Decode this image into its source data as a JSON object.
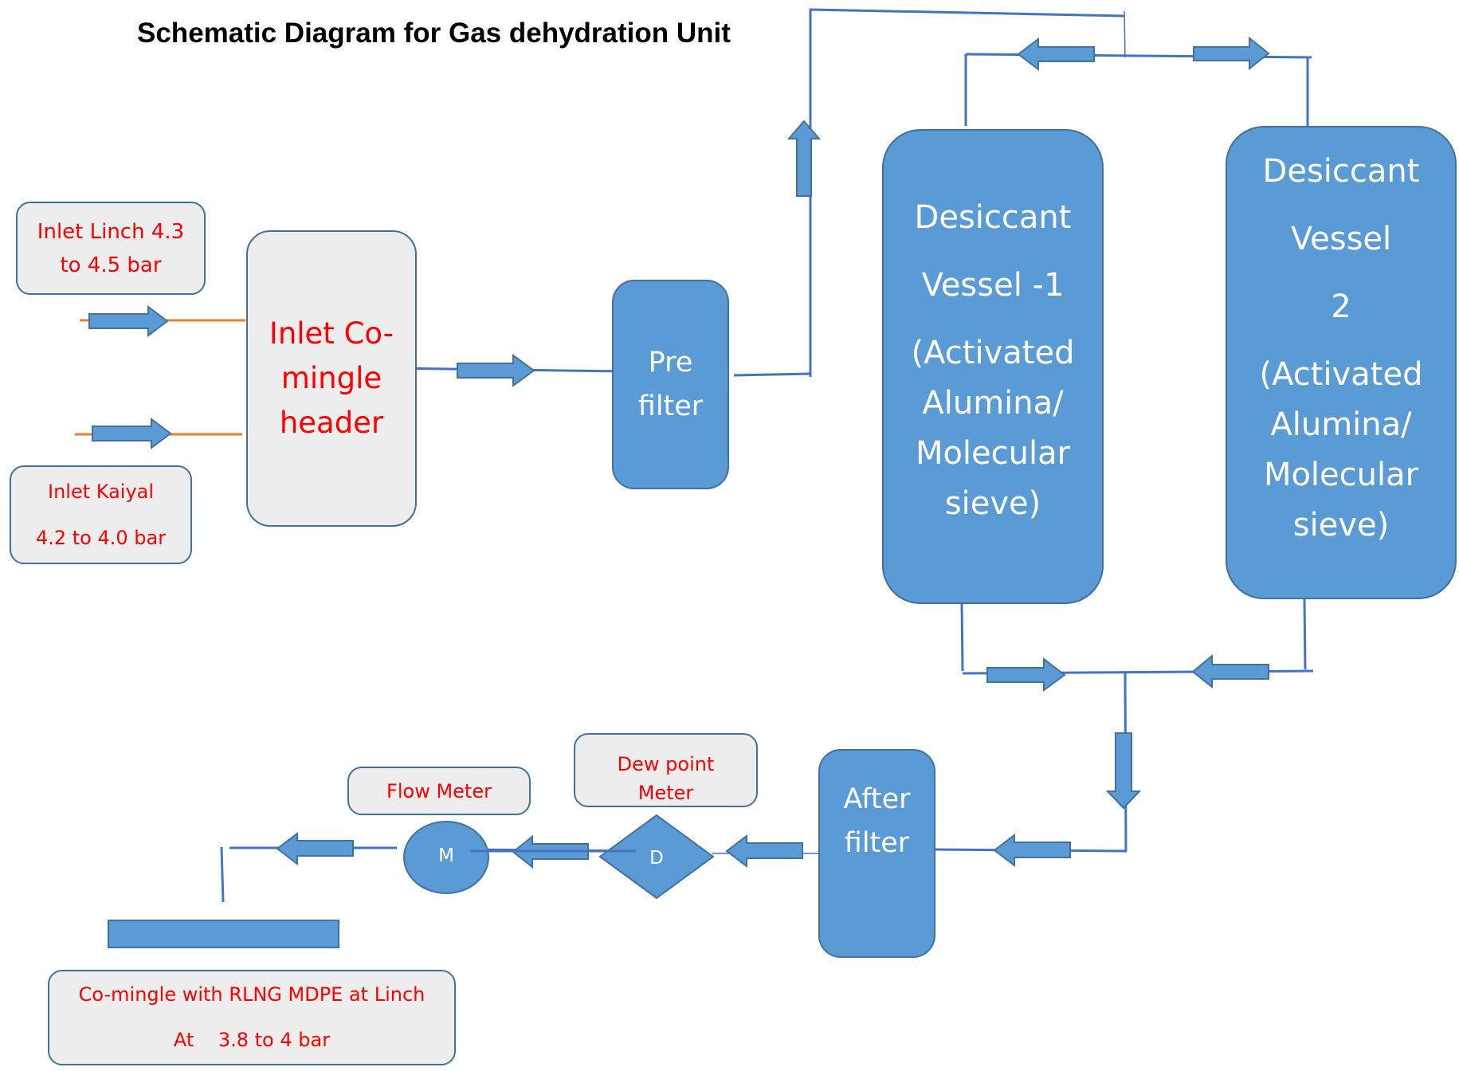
{
  "title": "Schematic Diagram for Gas dehydration Unit",
  "colors": {
    "shape_fill": "#5b9bd5",
    "shape_stroke": "#41719c",
    "pipe": "#4472c4",
    "inlet_pipe": "#ed7d31",
    "label_fill": "#ededed",
    "label_text": "#ff0000"
  },
  "inlet_linch": {
    "line1": "Inlet Linch 4.3",
    "line2": "to 4.5  bar"
  },
  "inlet_kaiyal": {
    "line1": "Inlet  Kaiyal",
    "line2": "4.2 to 4.0 bar"
  },
  "header": {
    "line1": "Inlet Co-",
    "line2": "mingle",
    "line3": "header"
  },
  "pre_filter": {
    "line1": "Pre",
    "line2": "filter"
  },
  "vessel1": {
    "line1": "Desiccant",
    "line2": "Vessel -1",
    "line3": "(Activated",
    "line4": "Alumina/",
    "line5": "Molecular",
    "line6": "sieve)"
  },
  "vessel2": {
    "line1": "Desiccant",
    "line2": "Vessel",
    "line3": "2",
    "line4": "(Activated",
    "line5": "Alumina/",
    "line6": "Molecular",
    "line7": "sieve)"
  },
  "after_filter": {
    "line1": "After",
    "line2": "filter"
  },
  "dew_point_meter": {
    "line1": "Dew point",
    "line2": "Meter",
    "symbol": "D"
  },
  "flow_meter": {
    "label": "Flow Meter",
    "symbol": "M"
  },
  "outlet": {
    "line1": "Co-mingle with RLNG MDPE at Linch",
    "line2": "At    3.8 to 4 bar"
  }
}
